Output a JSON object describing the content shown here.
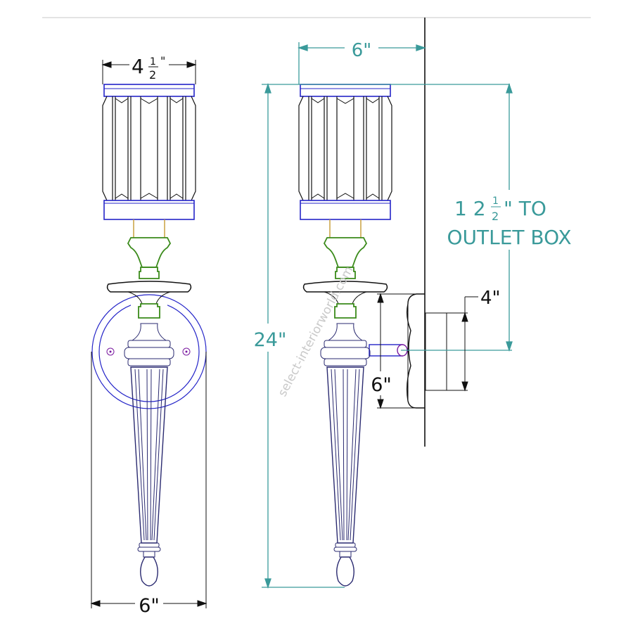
{
  "dimensions": {
    "shade_width": {
      "whole": "4",
      "num": "1",
      "den": "2",
      "unit": "\""
    },
    "projection": "6\"",
    "overall_height": "24\"",
    "outlet_height": {
      "whole": "1 2",
      "num": "1",
      "den": "2",
      "suffix": "\" TO",
      "line2": "OUTLET BOX"
    },
    "outlet_box": "4\"",
    "backplate_height": "6\"",
    "backplate_width": "6\""
  },
  "watermark": "select-interiorworld.com",
  "colors": {
    "dimension_teal": "#3a9a9a",
    "shade_band": "#2424c8",
    "cup_green": "#3a8a1a",
    "column_navy": "#2a2a70"
  }
}
